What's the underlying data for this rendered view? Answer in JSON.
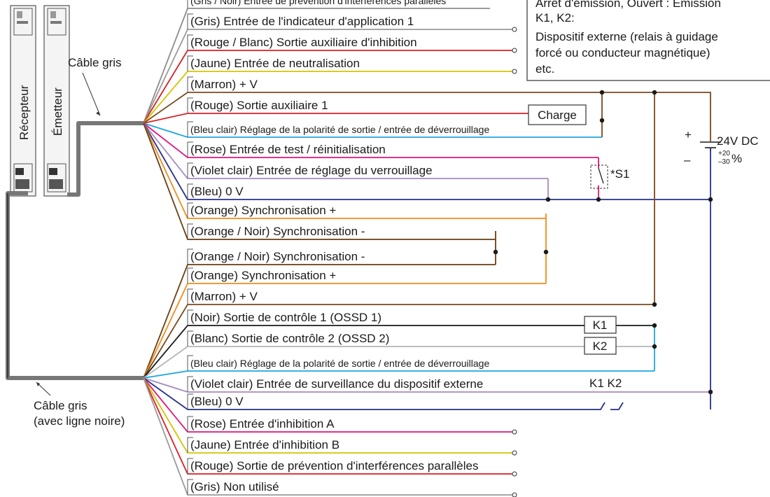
{
  "sensors": {
    "receiver": "Récepteur",
    "emitter": "Émetteur"
  },
  "cables": {
    "top": "Câble gris",
    "bottom_1": "Câble gris",
    "bottom_2": "(avec ligne noire)"
  },
  "note": {
    "line1": "Arrêt d'émission, Ouvert : Émission",
    "line2": "K1, K2:",
    "line3": "Dispositif externe (relais à guidage",
    "line4": "forcé ou conducteur magnétique)",
    "line5": "etc."
  },
  "emitter_wires": [
    {
      "label": "(Gris / Noir) Entrée de prévention d'interférences parallèles",
      "color": "#8c8c8c"
    },
    {
      "label": "(Gris) Entrée de l'indicateur d'application 1",
      "color": "#9a9a9a"
    },
    {
      "label": "(Rouge / Blanc) Sortie auxiliaire d'inhibition",
      "color": "#d81f26"
    },
    {
      "label": "(Jaune) Entrée de neutralisation",
      "color": "#d6c400"
    },
    {
      "label": "(Marron) + V",
      "color": "#7a4a1e"
    },
    {
      "label": "(Rouge) Sortie auxiliaire 1",
      "color": "#d81f26"
    },
    {
      "label": "(Bleu clair) Réglage de la polarité de sortie / entrée de déverrouillage",
      "color": "#1ea7e0"
    },
    {
      "label": "(Rose) Entrée de test / réinitialisation",
      "color": "#e0147a"
    },
    {
      "label": "(Violet clair) Entrée de réglage du verrouillage",
      "color": "#a58bc0"
    },
    {
      "label": "(Bleu) 0 V",
      "color": "#25318a"
    },
    {
      "label": "(Orange) Synchronisation +",
      "color": "#f08c1a"
    },
    {
      "label": "(Orange / Noir) Synchronisation -",
      "color": "#6b3d12"
    }
  ],
  "receiver_wires": [
    {
      "label": "(Orange / Noir) Synchronisation -",
      "color": "#6b3d12"
    },
    {
      "label": "(Orange) Synchronisation +",
      "color": "#f08c1a"
    },
    {
      "label": "(Marron) + V",
      "color": "#7a4a1e"
    },
    {
      "label": "(Noir) Sortie de contrôle 1 (OSSD 1)",
      "color": "#1a1a1a"
    },
    {
      "label": "(Blanc) Sortie de contrôle 2 (OSSD 2)",
      "color": "#b5b5b5"
    },
    {
      "label": "(Bleu clair) Réglage de la polarité de sortie / entrée de déverrouillage",
      "color": "#1ea7e0"
    },
    {
      "label": "(Violet clair) Entrée de surveillance du dispositif externe",
      "color": "#a58bc0"
    },
    {
      "label": "(Bleu) 0 V",
      "color": "#25318a"
    },
    {
      "label": "(Rose) Entrée d'inhibition A",
      "color": "#e0147a"
    },
    {
      "label": "(Jaune) Entrée d'inhibition B",
      "color": "#d6c400"
    },
    {
      "label": "(Rouge) Sortie de prévention d'interférences parallèles",
      "color": "#d81f26"
    },
    {
      "label": "(Gris) Non utilisé",
      "color": "#9a9a9a"
    }
  ],
  "components": {
    "charge": "Charge",
    "k1": "K1",
    "k2": "K2",
    "switch_label": "*S1",
    "contacts": "K1 K2"
  },
  "power": {
    "plus": "+",
    "minus": "–",
    "voltage": "24V DC",
    "tol_plus": "+20",
    "tol_minus": "–30",
    "percent": "%"
  }
}
